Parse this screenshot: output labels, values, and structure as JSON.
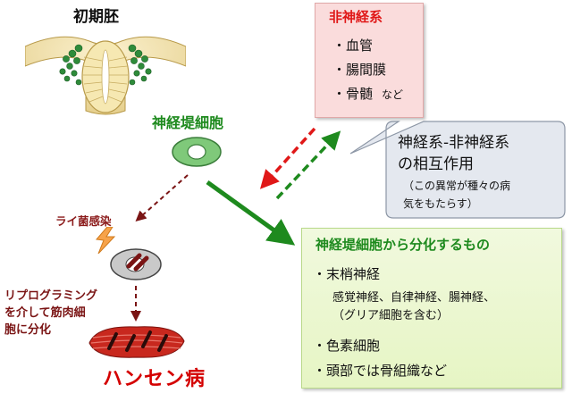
{
  "embryo": {
    "title": "初期胚"
  },
  "neural_crest": {
    "label": "神経堤細胞"
  },
  "leprosy": {
    "infection_label": "ライ菌感染",
    "reprogramming_lines": [
      "リプログラミング",
      "を介して筋肉細",
      "胞に分化"
    ],
    "disease": "ハンセン病"
  },
  "non_neural": {
    "title": "非神経系",
    "items": [
      "・血管",
      "・腸間膜",
      "・骨髄"
    ],
    "items_suffix": "など"
  },
  "interaction": {
    "title_lines": [
      "神経系-非神経系",
      "の相互作用"
    ],
    "note_lines": [
      "（この異常が種々の病",
      "気をもたらす）"
    ]
  },
  "derivatives": {
    "title": "神経堤細胞から分化するもの",
    "item1": "・末梢神経",
    "item1_sub": [
      "感覚神経、自律神経、腸神経、",
      "（グリア細胞を含む）"
    ],
    "item2": "・色素細胞",
    "item3": "・頭部では骨組織など"
  },
  "colors": {
    "green": "#1e8a1e",
    "red": "#e01818",
    "dark_red": "#8b1a1a",
    "pink_box": "#fadcdc",
    "green_box": "#e6f5c4"
  }
}
